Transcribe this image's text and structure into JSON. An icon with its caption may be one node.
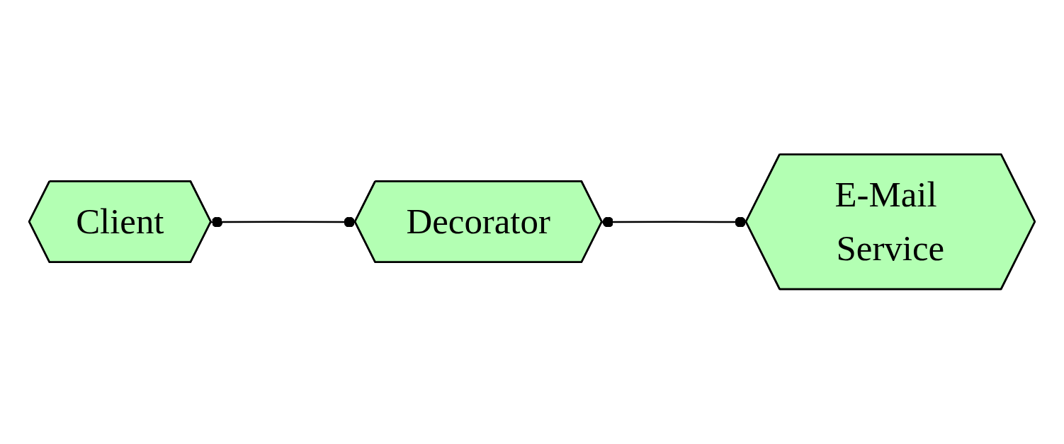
{
  "diagram": {
    "nodes": [
      {
        "text": [
          "Client"
        ]
      },
      {
        "text": [
          "Decorator"
        ]
      },
      {
        "text": [
          "E-Mail Service"
        ]
      }
    ],
    "edges": [
      {
        "from": 0,
        "to": 1,
        "arrow": "other"
      },
      {
        "from": 1,
        "to": 2,
        "arrow": "other"
      }
    ]
  }
}
